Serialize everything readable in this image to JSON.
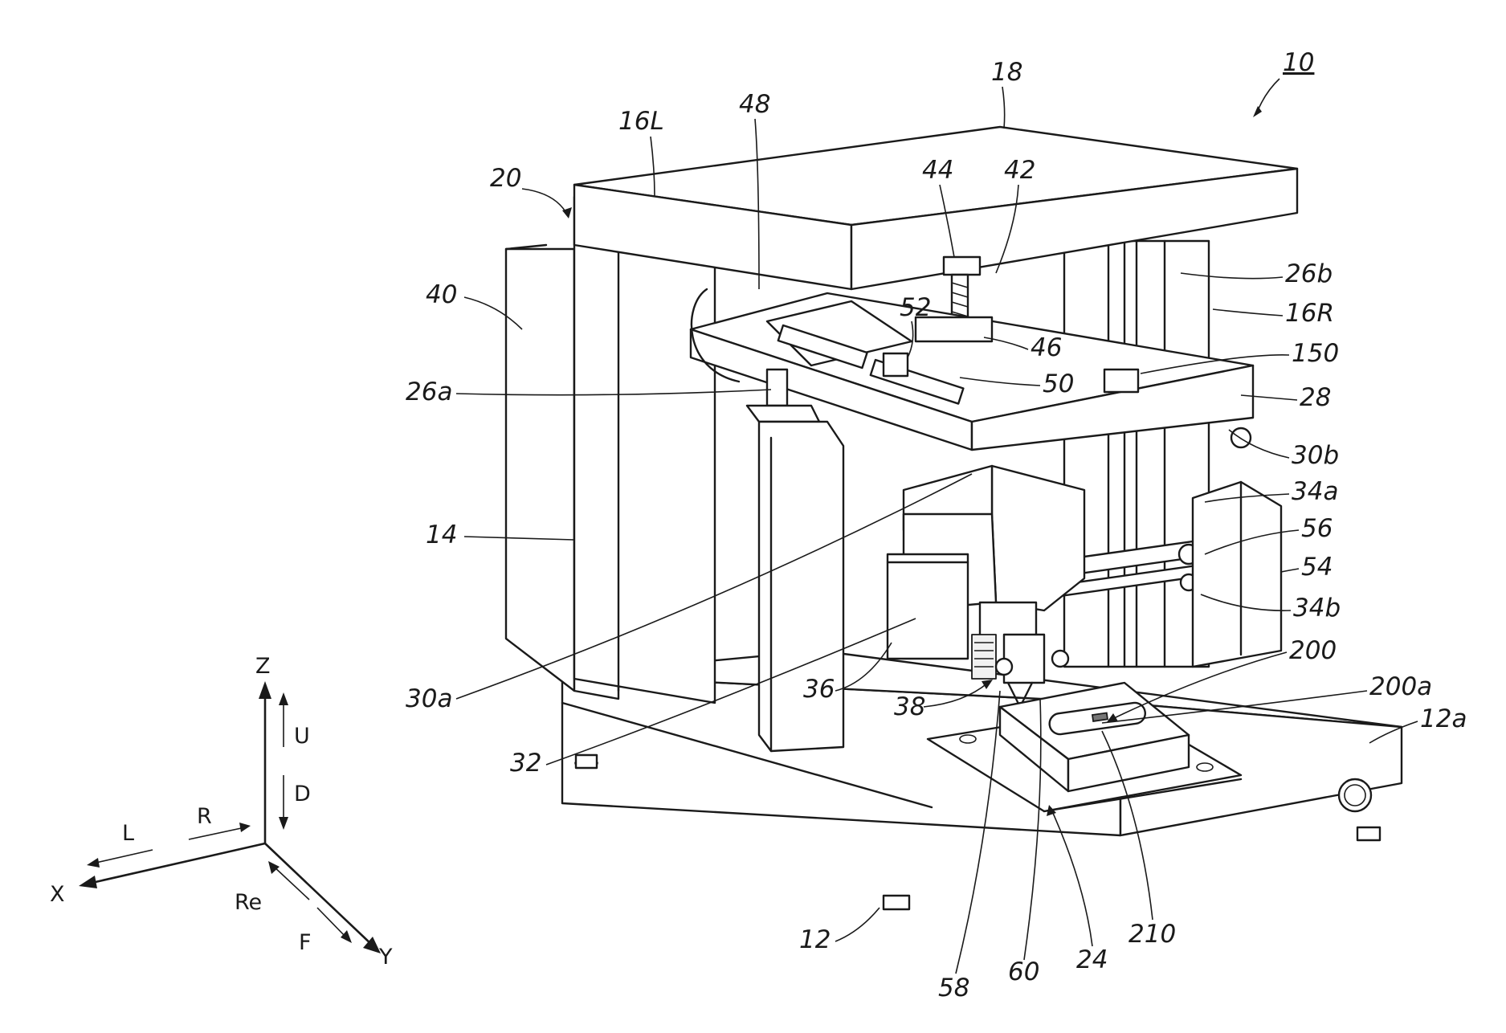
{
  "figure_number": "10",
  "labels": {
    "l18": "18",
    "l16L": "16L",
    "l48": "48",
    "l44": "44",
    "l42": "42",
    "l20": "20",
    "l40": "40",
    "l26b": "26b",
    "l16R": "16R",
    "l52": "52",
    "l46": "46",
    "l150": "150",
    "l26a": "26a",
    "l50": "50",
    "l28": "28",
    "l30b": "30b",
    "l34a": "34a",
    "l56": "56",
    "l14": "14",
    "l54": "54",
    "l34b": "34b",
    "l200": "200",
    "l200a": "200a",
    "l30a": "30a",
    "l36": "36",
    "l38": "38",
    "l12a": "12a",
    "l32": "32",
    "l12": "12",
    "l24": "24",
    "l210": "210",
    "l58": "58",
    "l60": "60"
  },
  "axes": {
    "z": "Z",
    "u": "U",
    "d": "D",
    "l": "L",
    "r": "R",
    "x": "X",
    "re": "Re",
    "f": "F",
    "y": "Y"
  }
}
